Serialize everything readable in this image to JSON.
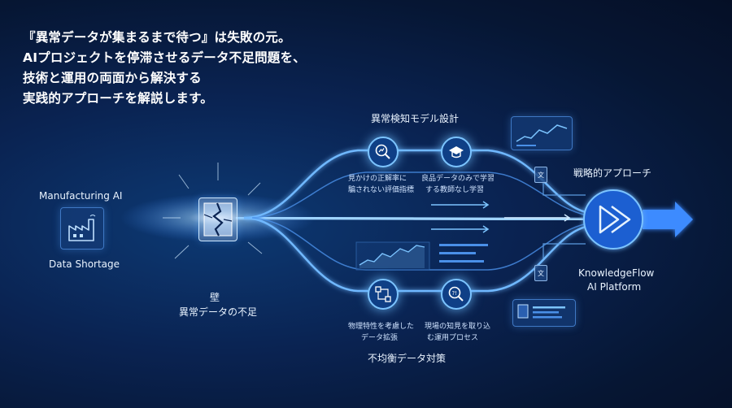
{
  "headline": {
    "line1": "『異常データが集まるまで待つ』は失敗の元。",
    "line2": "AIプロジェクトを停滞させるデータ不足問題を、",
    "line3": "技術と運用の両面から解決する",
    "line4": "実践的アプローチを解説します。"
  },
  "left": {
    "title": "Manufacturing AI",
    "subtitle": "Data Shortage",
    "icon": "factory-icon"
  },
  "wall": {
    "line1": "壁",
    "line2": "異常データの不足",
    "icon": "broken-wall-icon"
  },
  "top_branch": {
    "title": "異常検知モデル設計",
    "node1": {
      "icon": "magnifier-chart-icon",
      "line1": "見かけの正解率に",
      "line2": "騙されない評価指標"
    },
    "node2": {
      "icon": "graduation-cap-icon",
      "line1": "良品データのみで学習",
      "line2": "する教師なし学習"
    }
  },
  "bottom_branch": {
    "title": "不均衡データ対策",
    "node1": {
      "icon": "flow-diagram-icon",
      "line1": "物理特性を考慮した",
      "line2": "データ拡張"
    },
    "node2": {
      "icon": "knowledge-search-icon",
      "line1": "現場の知見を取り込",
      "line2": "む運用プロセス"
    }
  },
  "right": {
    "strategy_label": "戦略的アプローチ",
    "platform_line1": "KnowledgeFlow",
    "platform_line2": "AI Platform",
    "icon": "play-forward-icon"
  },
  "colors": {
    "accent": "#3d8bff",
    "glow": "#7cc4ff",
    "bg": "#061633"
  }
}
